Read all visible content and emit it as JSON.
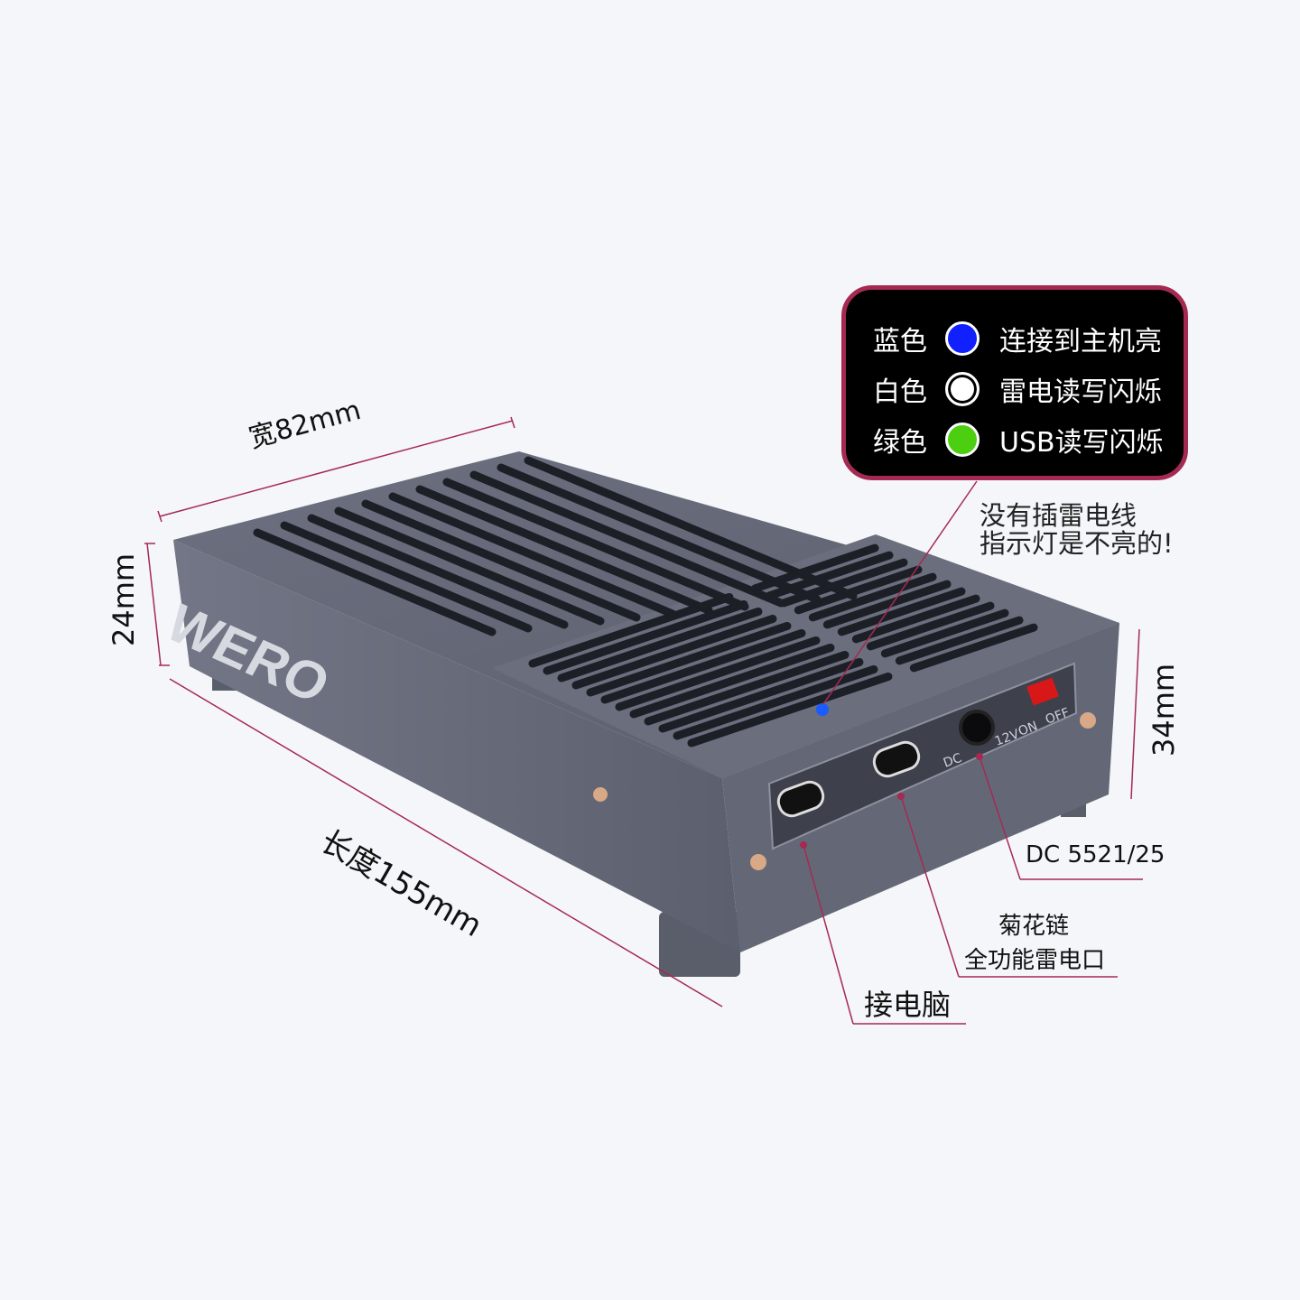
{
  "dimensions": {
    "width": "宽82mm",
    "height_back": "24mm",
    "length": "长度155mm",
    "height_front": "34mm"
  },
  "brand": "WERO",
  "legend": {
    "items": [
      {
        "color_name": "蓝色",
        "color": "#1020ff",
        "meaning": "连接到主机亮"
      },
      {
        "color_name": "白色",
        "color": "#ffffff",
        "meaning": "雷电读写闪烁"
      },
      {
        "color_name": "绿色",
        "color": "#4ccf10",
        "meaning": "USB读写闪烁"
      }
    ]
  },
  "note": {
    "line1": "没有插雷电线",
    "line2": "指示灯是不亮的!"
  },
  "port_labels": {
    "dc": "DC 5521/25",
    "daisy_line1": "菊花链",
    "daisy_line2": "全功能雷电口",
    "host": "接电脑"
  },
  "panel_text": {
    "dc": "DC",
    "v12": "12V",
    "on": "ON",
    "off": "OFF"
  },
  "colors": {
    "accent": "#a52a52",
    "body": "#5f6372"
  }
}
